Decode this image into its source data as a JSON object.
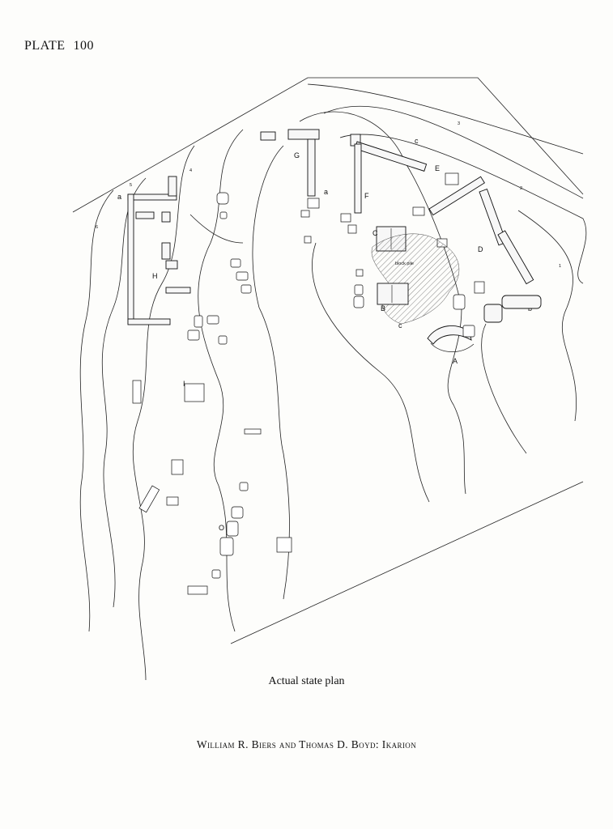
{
  "header": {
    "plate_word": "PLATE",
    "plate_number": "100"
  },
  "plan": {
    "labels": {
      "A": "A",
      "B": "B",
      "C": "C",
      "D": "D",
      "E": "E",
      "F": "F",
      "G": "G",
      "H": "H",
      "I": "I",
      "O": "O",
      "section_a_left": "a",
      "section_a_right": "a",
      "section_b_top": "b",
      "section_b_bottom": "b",
      "section_c_top": "c",
      "section_c_bottom": "c",
      "block_pile": "block pile"
    },
    "contour_numbers": [
      "3",
      "2",
      "1",
      "4",
      "5",
      "6"
    ]
  },
  "caption": "Actual state plan",
  "credit": "William R. Biers and Thomas D. Boyd: Ikarion"
}
